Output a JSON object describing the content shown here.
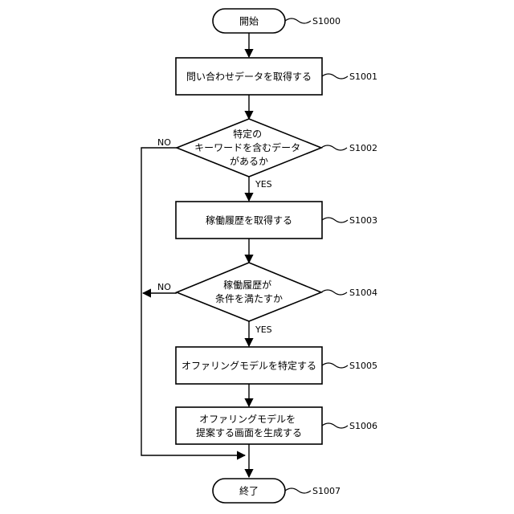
{
  "steps": {
    "start": {
      "label": [
        "開始"
      ],
      "ref": "S1000"
    },
    "acquire": {
      "label": [
        "問い合わせデータを取得する"
      ],
      "ref": "S1001"
    },
    "check_keyword": {
      "label": [
        "特定の",
        "キーワードを含むデータ",
        "があるか"
      ],
      "ref": "S1002"
    },
    "get_history": {
      "label": [
        "稼働履歴を取得する"
      ],
      "ref": "S1003"
    },
    "check_history": {
      "label": [
        "稼働履歴が",
        "条件を満たすか"
      ],
      "ref": "S1004"
    },
    "identify_model": {
      "label": [
        "オファリングモデルを特定する"
      ],
      "ref": "S1005"
    },
    "generate_screen": {
      "label": [
        "オファリングモデルを",
        "提案する画面を生成する"
      ],
      "ref": "S1006"
    },
    "end": {
      "label": [
        "終了"
      ],
      "ref": "S1007"
    }
  },
  "edges": {
    "yes": "YES",
    "no": "NO"
  }
}
